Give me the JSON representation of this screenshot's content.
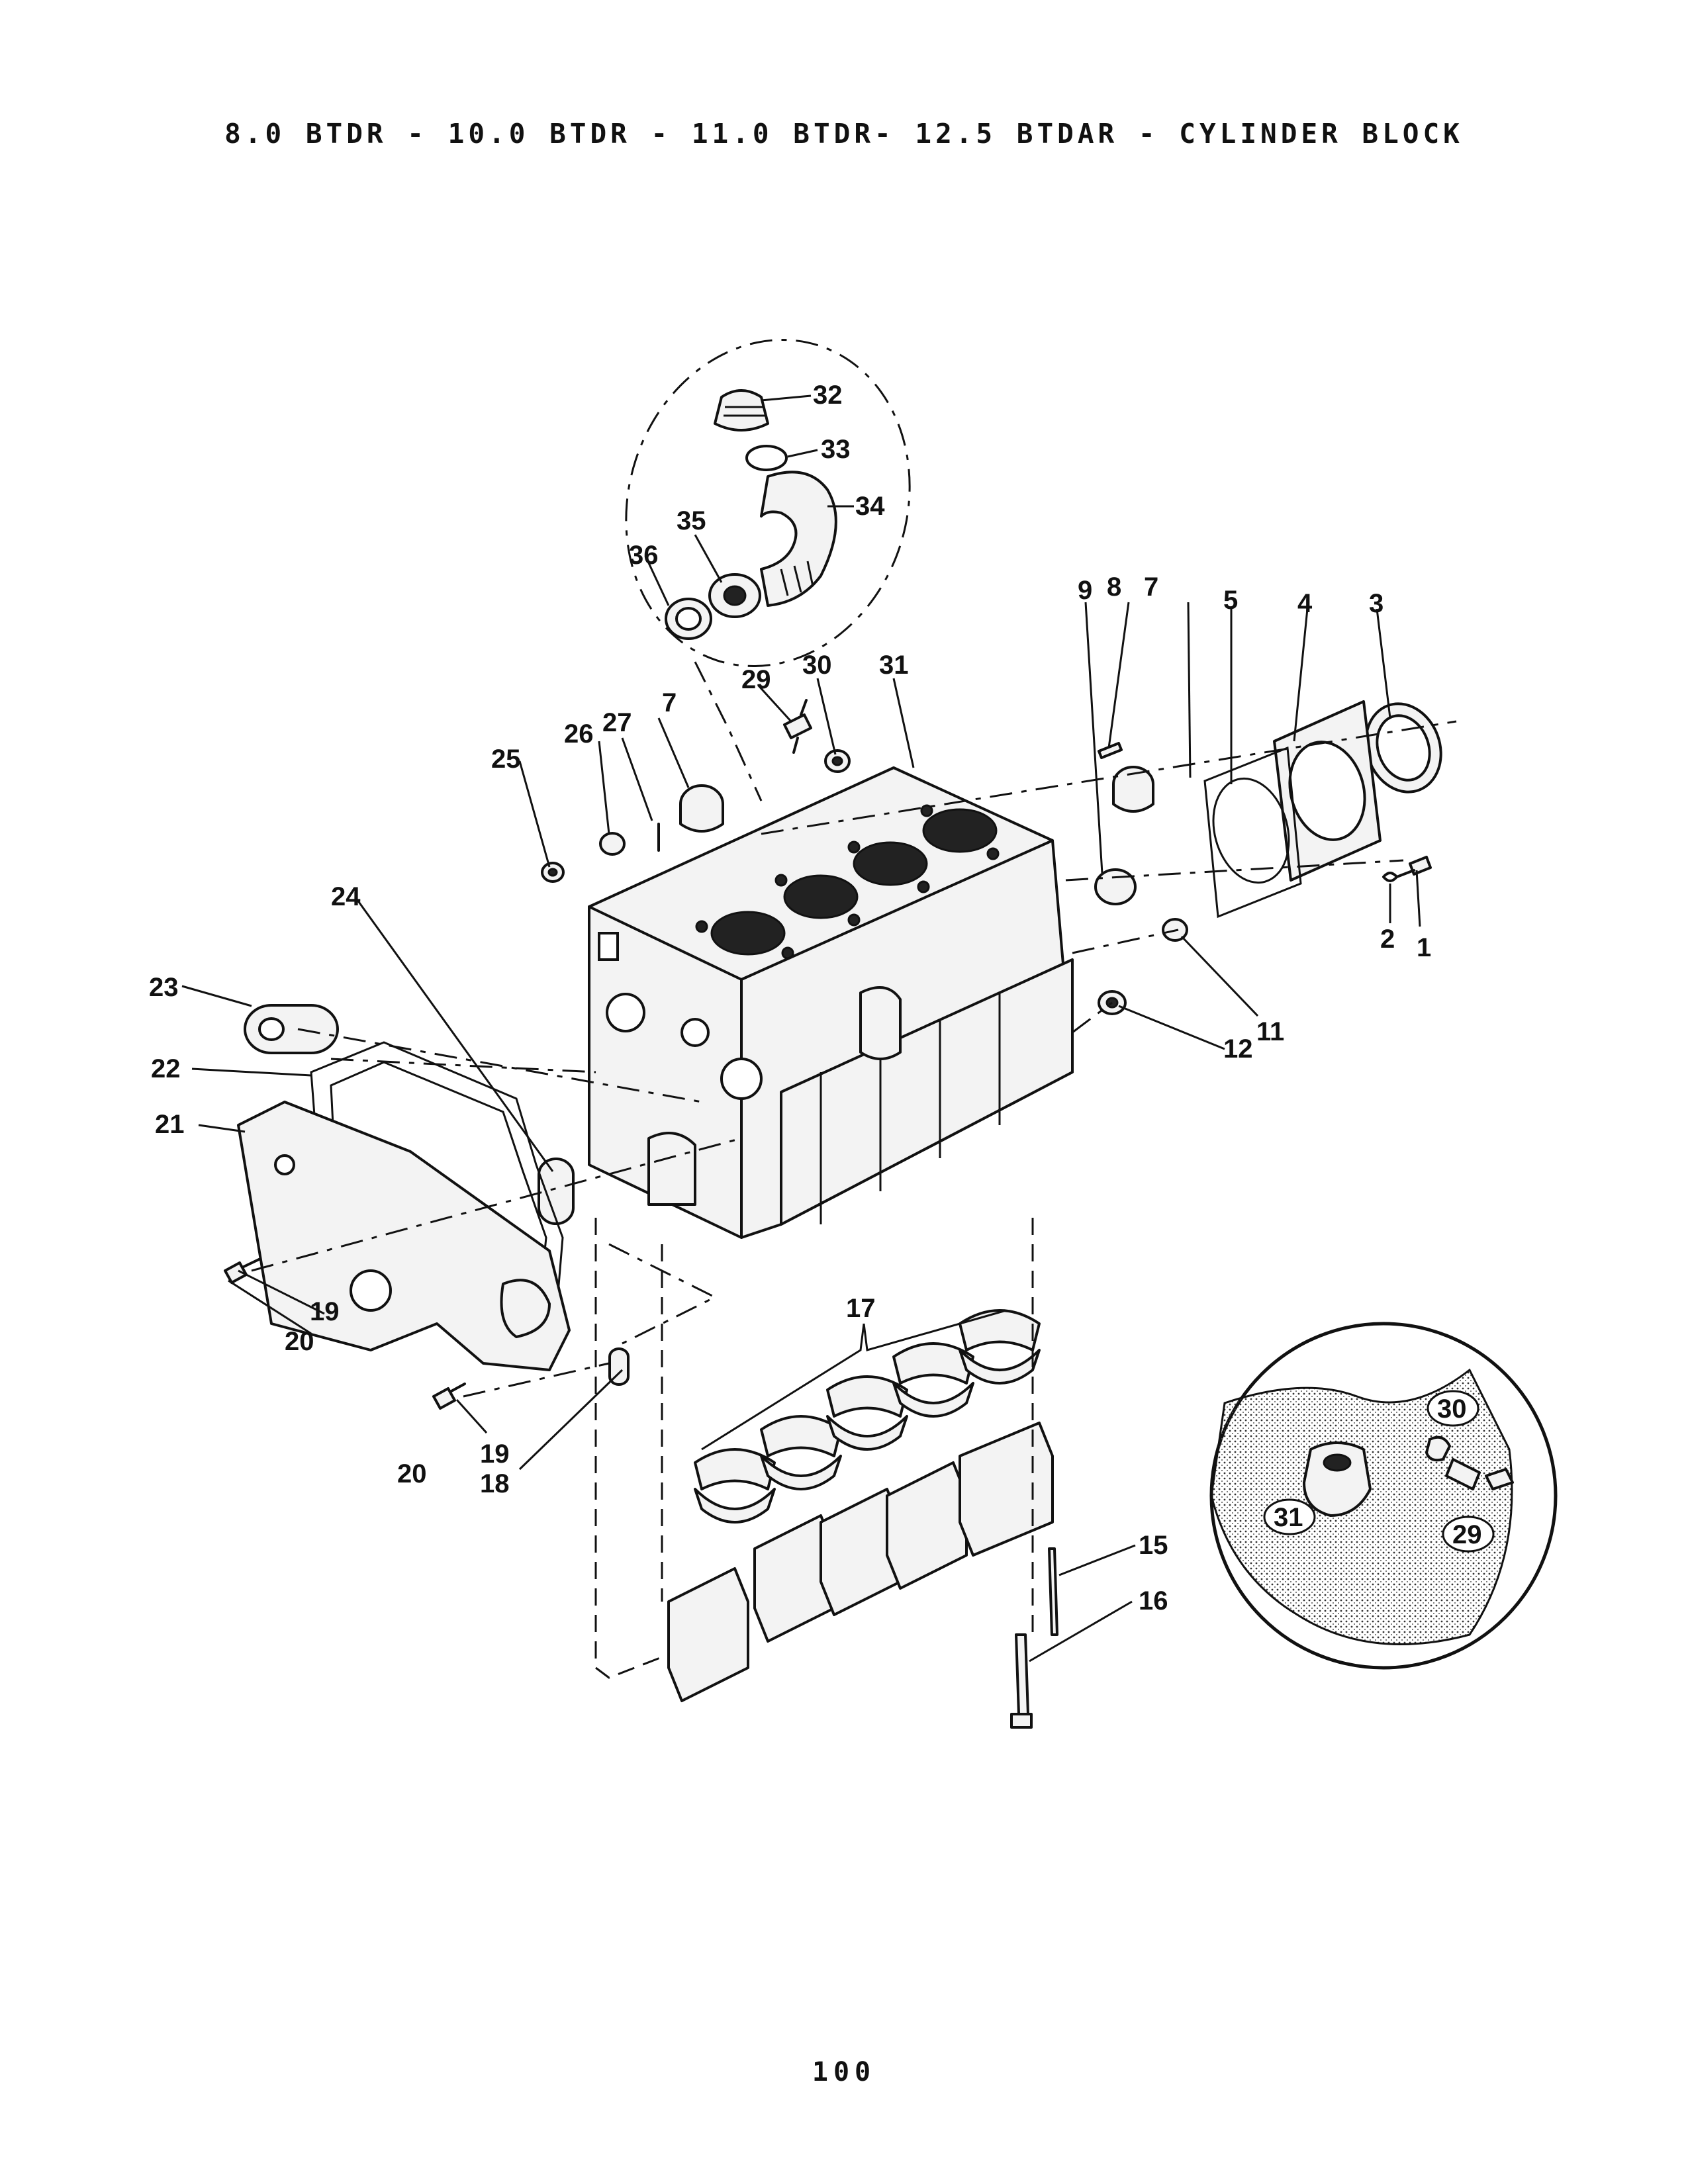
{
  "page": {
    "title": "8.0 BTDR - 10.0 BTDR - 11.0 BTDR- 12.5 BTDAR - CYLINDER BLOCK",
    "page_number": "100"
  },
  "callouts": {
    "c1": "1",
    "c2": "2",
    "c3": "3",
    "c4": "4",
    "c5": "5",
    "c7a": "7",
    "c7b": "7",
    "c8": "8",
    "c9": "9",
    "c11": "11",
    "c12": "12",
    "c15": "15",
    "c16": "16",
    "c17": "17",
    "c18": "18",
    "c19a": "19",
    "c19b": "19",
    "c20a": "20",
    "c20b": "20",
    "c21": "21",
    "c22": "22",
    "c23": "23",
    "c24": "24",
    "c25": "25",
    "c26": "26",
    "c27": "27",
    "c29": "29",
    "c30": "30",
    "c31": "31",
    "c32": "32",
    "c33": "33",
    "c34": "34",
    "c35": "35",
    "c36": "36"
  },
  "detail_callouts": {
    "d30": "30",
    "d31": "31",
    "d29": "29"
  }
}
